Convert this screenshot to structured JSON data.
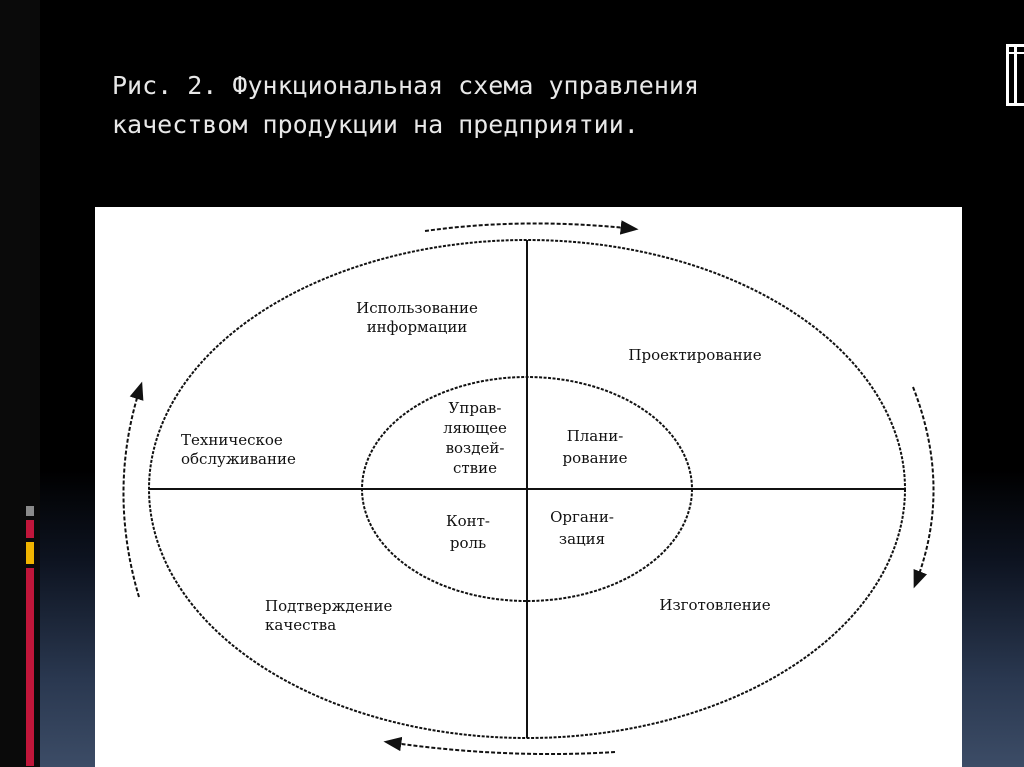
{
  "title": {
    "line1": "Рис. 2. Функциональная схема управления",
    "line2": "качеством продукции на предприятии."
  },
  "diagram": {
    "outer_labels": {
      "top_left": [
        "Использование",
        "информации"
      ],
      "top_right": "Проектирование",
      "left": [
        "Техническое",
        "обслуживание"
      ],
      "bottom_left": [
        "Подтверждение",
        "качества"
      ],
      "bottom_right": "Изготовление"
    },
    "inner_labels": {
      "top_left": [
        "Управ-",
        "ляющее",
        "воздей-",
        "ствие"
      ],
      "top_right": [
        "Плани-",
        "рование"
      ],
      "bottom_left": [
        "Конт-",
        "роль"
      ],
      "bottom_right": [
        "Органи-",
        "зация"
      ]
    }
  },
  "colors": {
    "background": "#000000",
    "title_text": "#e8e8e8",
    "diagram_bg": "#ffffff",
    "diagram_line": "#111111",
    "accent_red": "#c0163a",
    "accent_yellow": "#f0b400",
    "accent_gray": "#8a8a8a"
  }
}
